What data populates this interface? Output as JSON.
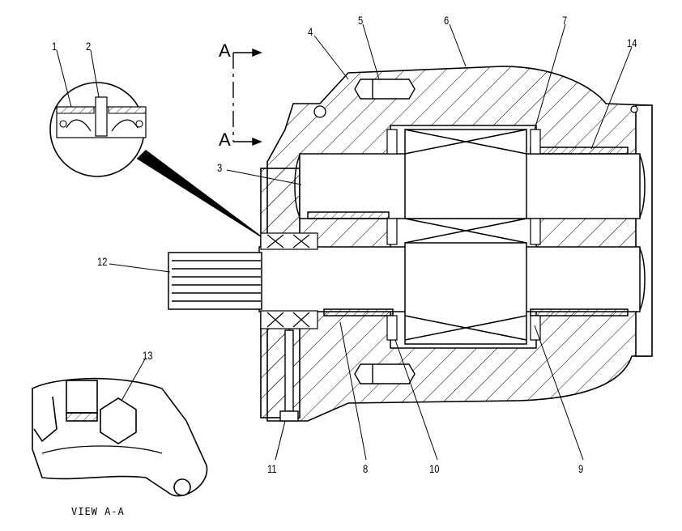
{
  "diagram": {
    "callouts": [
      "1",
      "2",
      "3",
      "4",
      "5",
      "6",
      "7",
      "8",
      "9",
      "10",
      "11",
      "12",
      "13",
      "14"
    ],
    "section_marker": "A",
    "view_title": "VIEW A-A",
    "colors": {
      "line": "#000000",
      "background": "#ffffff"
    }
  }
}
